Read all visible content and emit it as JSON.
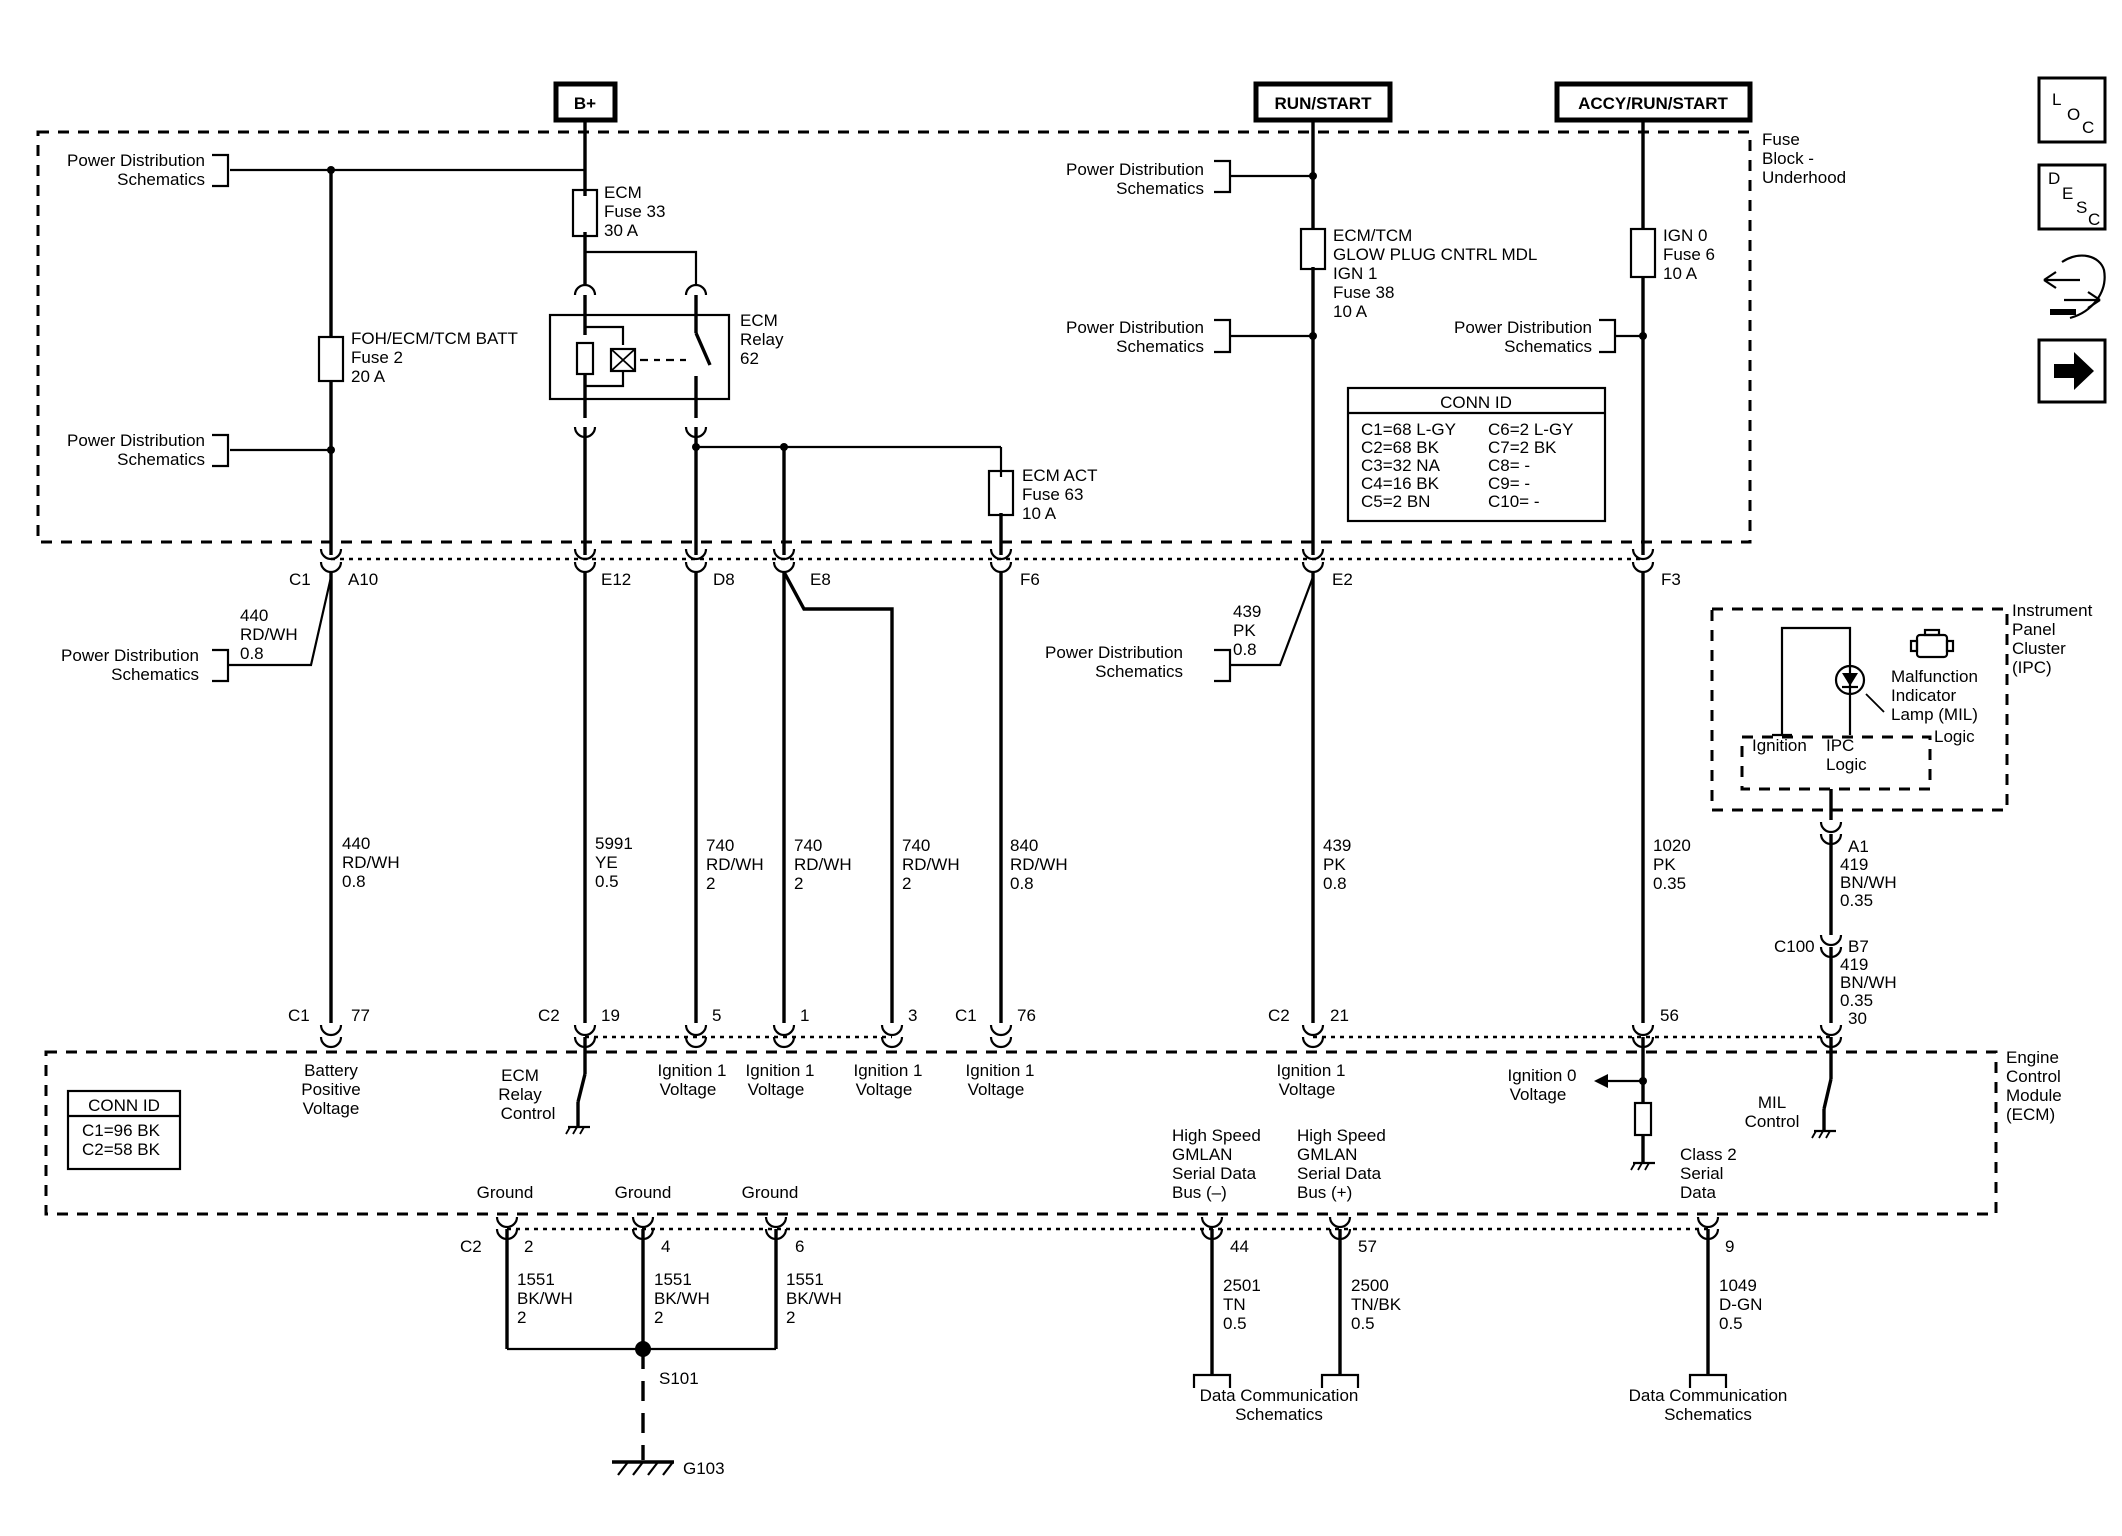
{
  "supply_labels": {
    "batt": "B+",
    "run_start": "RUN/START",
    "accy_run_start": "ACCY/RUN/START"
  },
  "fuse_block": {
    "title": [
      "Fuse",
      "Block -",
      "Underhood"
    ],
    "pd_ref": [
      "Power Distribution",
      "Schematics"
    ],
    "fuse_ecm": [
      "ECM",
      "Fuse 33",
      "30 A"
    ],
    "fuse_foh": [
      "FOH/ECM/TCM BATT",
      "Fuse 2",
      "20 A"
    ],
    "relay": [
      "ECM",
      "Relay",
      "62"
    ],
    "fuse_ecm_act": [
      "ECM ACT",
      "Fuse 63",
      "10 A"
    ],
    "fuse_glow": [
      "ECM/TCM",
      "GLOW PLUG CNTRL MDL",
      "IGN 1",
      "Fuse 38",
      "10 A"
    ],
    "fuse_ign0": [
      "IGN 0",
      "Fuse 6",
      "10 A"
    ]
  },
  "conn_id_fuse": {
    "title": "CONN ID",
    "left": [
      "C1=68 L-GY",
      "C2=68 BK",
      "C3=32 NA",
      "C4=16 BK",
      "C5=2 BN"
    ],
    "right": [
      "C6=2 L-GY",
      "C7=2 BK",
      "C8= -",
      "C9= -",
      "C10= -"
    ]
  },
  "fuse_pins": [
    "C1",
    "A10",
    "E12",
    "D8",
    "E8",
    "F6",
    "E2",
    "F3"
  ],
  "wires": {
    "w440_pd": [
      "440",
      "RD/WH",
      "0.8"
    ],
    "w439_pd": [
      "439",
      "PK",
      "0.8"
    ],
    "w440": [
      "440",
      "RD/WH",
      "0.8"
    ],
    "w5991": [
      "5991",
      "YE",
      "0.5"
    ],
    "w740a": [
      "740",
      "RD/WH",
      "2"
    ],
    "w740b": [
      "740",
      "RD/WH",
      "2"
    ],
    "w740c": [
      "740",
      "RD/WH",
      "2"
    ],
    "w840": [
      "840",
      "RD/WH",
      "0.8"
    ],
    "w439": [
      "439",
      "PK",
      "0.8"
    ],
    "w1020": [
      "1020",
      "PK",
      "0.35"
    ],
    "w419a": [
      "A1",
      "419",
      "BN/WH",
      "0.35"
    ],
    "w419b": [
      "B7",
      "419",
      "BN/WH",
      "0.35",
      "30"
    ],
    "w1551a": [
      "1551",
      "BK/WH",
      "2"
    ],
    "w1551b": [
      "1551",
      "BK/WH",
      "2"
    ],
    "w1551c": [
      "1551",
      "BK/WH",
      "2"
    ],
    "w2501": [
      "2501",
      "TN",
      "0.5"
    ],
    "w2500": [
      "2500",
      "TN/BK",
      "0.5"
    ],
    "w1049": [
      "1049",
      "D-GN",
      "0.5"
    ]
  },
  "ipc": {
    "title": [
      "Instrument",
      "Panel",
      "Cluster",
      "(IPC)"
    ],
    "mil": [
      "Malfunction",
      "Indicator",
      "Lamp (MIL)"
    ],
    "logic": "Logic",
    "ignition": "Ignition",
    "ipc_logic": [
      "IPC",
      "Logic"
    ],
    "c100": "C100"
  },
  "ecm_pins": [
    "C1",
    "77",
    "C2",
    "19",
    "5",
    "1",
    "3",
    "C1",
    "76",
    "C2",
    "21",
    "56"
  ],
  "ecm": {
    "title": [
      "Engine",
      "Control",
      "Module",
      "(ECM)"
    ],
    "conn_title": "CONN ID",
    "conn": [
      "C1=96 BK",
      "C2=58 BK"
    ],
    "batt_pos": [
      "Battery",
      "Positive",
      "Voltage"
    ],
    "relay_ctrl": [
      "ECM",
      "Relay",
      "Control"
    ],
    "ign1": [
      "Ignition 1",
      "Voltage"
    ],
    "ign0": [
      "Ignition 0",
      "Voltage"
    ],
    "mil_ctrl": [
      "MIL",
      "Control"
    ],
    "gmlan_minus": [
      "High Speed",
      "GMLAN",
      "Serial Data",
      "Bus (–)"
    ],
    "gmlan_plus": [
      "High Speed",
      "GMLAN",
      "Serial Data",
      "Bus (+)"
    ],
    "class2": [
      "Class 2",
      "Serial",
      "Data"
    ],
    "ground": "Ground"
  },
  "bottom_pins": [
    "C2",
    "2",
    "4",
    "6",
    "44",
    "57",
    "9"
  ],
  "splice": "S101",
  "ground_id": "G103",
  "data_comm": [
    "Data Communication",
    "Schematics"
  ],
  "nav_icons": [
    "loc-icon",
    "desc-icon",
    "connector-icon",
    "next-arrow-icon"
  ],
  "nav_text": {
    "loc": [
      "L",
      "O",
      "C"
    ],
    "desc": [
      "D",
      "E",
      "S",
      "C"
    ]
  }
}
